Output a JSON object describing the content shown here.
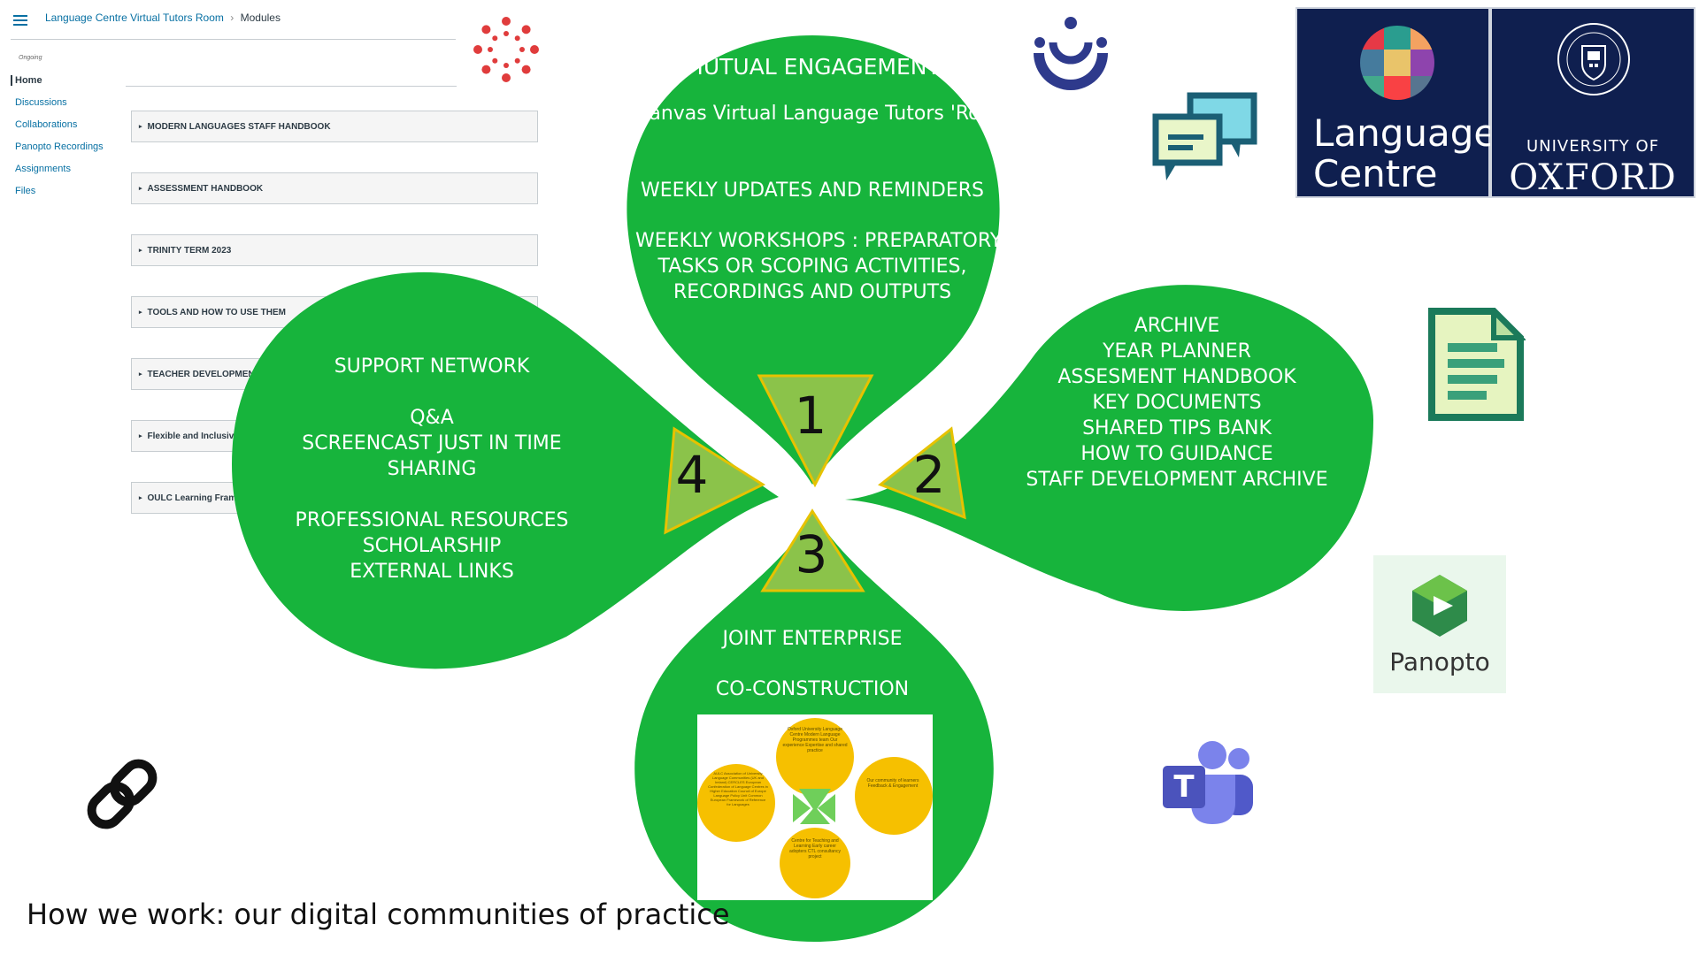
{
  "canvas": {
    "breadcrumb_course": "Language Centre Virtual Tutors Room",
    "breadcrumb_sep": "›",
    "breadcrumb_page": "Modules",
    "term_label": "Ongoing",
    "nav": [
      "Home",
      "Discussions",
      "Collaborations",
      "Panopto Recordings",
      "Assignments",
      "Files"
    ],
    "modules": [
      "MODERN LANGUAGES STAFF HANDBOOK",
      "ASSESSMENT HANDBOOK",
      "TRINITY TERM 2023",
      "TOOLS AND HOW TO USE THEM",
      "TEACHER DEVELOPMENT",
      "Flexible and Inclusive",
      "OULC Learning Framework"
    ]
  },
  "petals": {
    "top": {
      "title": "MUTUAL ENGAGEMENT",
      "subtitle": "Canvas Virtual Language Tutors 'Room",
      "line1": "WEEKLY UPDATES AND REMINDERS",
      "line2": "WEEKLY WORKSHOPS : PREPARATORY",
      "line3": "TASKS OR SCOPING ACTIVITIES,",
      "line4": "RECORDINGS AND OUTPUTS"
    },
    "right": {
      "title": "SHARED REPERTOIRE",
      "items": [
        "ARCHIVE",
        "YEAR PLANNER",
        "ASSESMENT HANDBOOK",
        "KEY DOCUMENTS",
        "SHARED TIPS BANK",
        "HOW TO GUIDANCE",
        "STAFF DEVELOPMENT ARCHIVE"
      ]
    },
    "left": {
      "title": "SUPPORT NETWORK",
      "items1": [
        "Q&A",
        "SCREENCAST JUST IN TIME",
        "SHARING"
      ],
      "items2": [
        "PROFESSIONAL RESOURCES",
        "SCHOLARSHIP",
        "EXTERNAL LINKS"
      ]
    },
    "bottom": {
      "title": "JOINT ENTERPRISE",
      "subtitle": "CO-CONSTRUCTION"
    }
  },
  "numbers": [
    "1",
    "2",
    "3",
    "4"
  ],
  "mini_diagram": {
    "top": "Oxford University Language Centre Modern Language Programmes team Our experience Expertise and shared practice",
    "right": "Our community of learners Feedback & Engagement",
    "bottom": "Centre for Teaching and Learning Early career adopters CTL consultancy project",
    "left": "AULC Association of University Language Communities (UK and Ireland) CERCLES European Confederation of Language Centres in Higher Education Council of Europe Language Policy Unit Common European Framework of Reference for Languages"
  },
  "logos": {
    "lc_line1": "Language",
    "lc_line2": "Centre",
    "oxford_line1": "UNIVERSITY OF",
    "oxford_line2": "OXFORD",
    "panopto": "Panopto",
    "teams_letter": "T"
  },
  "caption": "How we work: our digital communities of practice",
  "colors": {
    "petal_green": "#17b43c",
    "triangle": "#8bc34a",
    "triangle_edge": "#e6c200",
    "mini_yellow": "#f6c000",
    "oxford_navy": "#0f1f4f",
    "canvas_red": "#e03c3c",
    "link": "#0770a3"
  }
}
